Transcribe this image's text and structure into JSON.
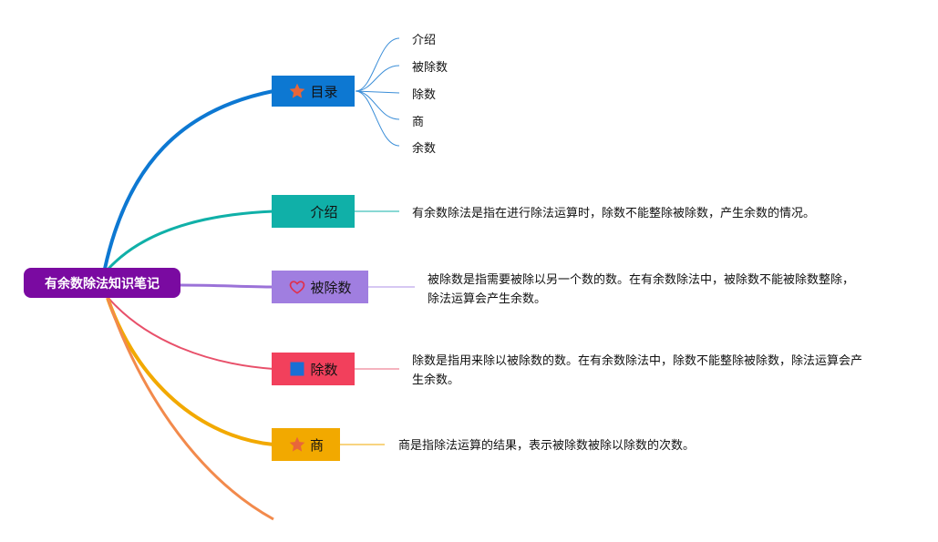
{
  "root": {
    "label": "有余数除法知识笔记",
    "color": "#7a0aa1"
  },
  "branches": [
    {
      "key": "toc",
      "label": "目录",
      "icon": "star-icon",
      "color": "#0d78d2",
      "children": [
        "介绍",
        "被除数",
        "除数",
        "商",
        "余数"
      ]
    },
    {
      "key": "intro",
      "label": "介绍",
      "icon": "none",
      "color": "#10b0a8",
      "text": "有余数除法是指在进行除法运算时，除数不能整除被除数，产生余数的情况。"
    },
    {
      "key": "dividend",
      "label": "被除数",
      "icon": "heart-icon",
      "color": "#a07ee0",
      "text": "被除数是指需要被除以另一个数的数。在有余数除法中，被除数不能被除数整除，除法运算会产生余数。"
    },
    {
      "key": "divisor",
      "label": "除数",
      "icon": "square-icon",
      "color": "#f2405c",
      "text": "除数是指用来除以被除数的数。在有余数除法中，除数不能整除被除数，除法运算会产生余数。"
    },
    {
      "key": "quotient",
      "label": "商",
      "icon": "star-icon",
      "color": "#f2a900",
      "text": "商是指除法运算的结果，表示被除数被除以除数的次数。"
    },
    {
      "key": "remainder",
      "label": "",
      "icon": "none",
      "color": "#f28a4c"
    }
  ]
}
